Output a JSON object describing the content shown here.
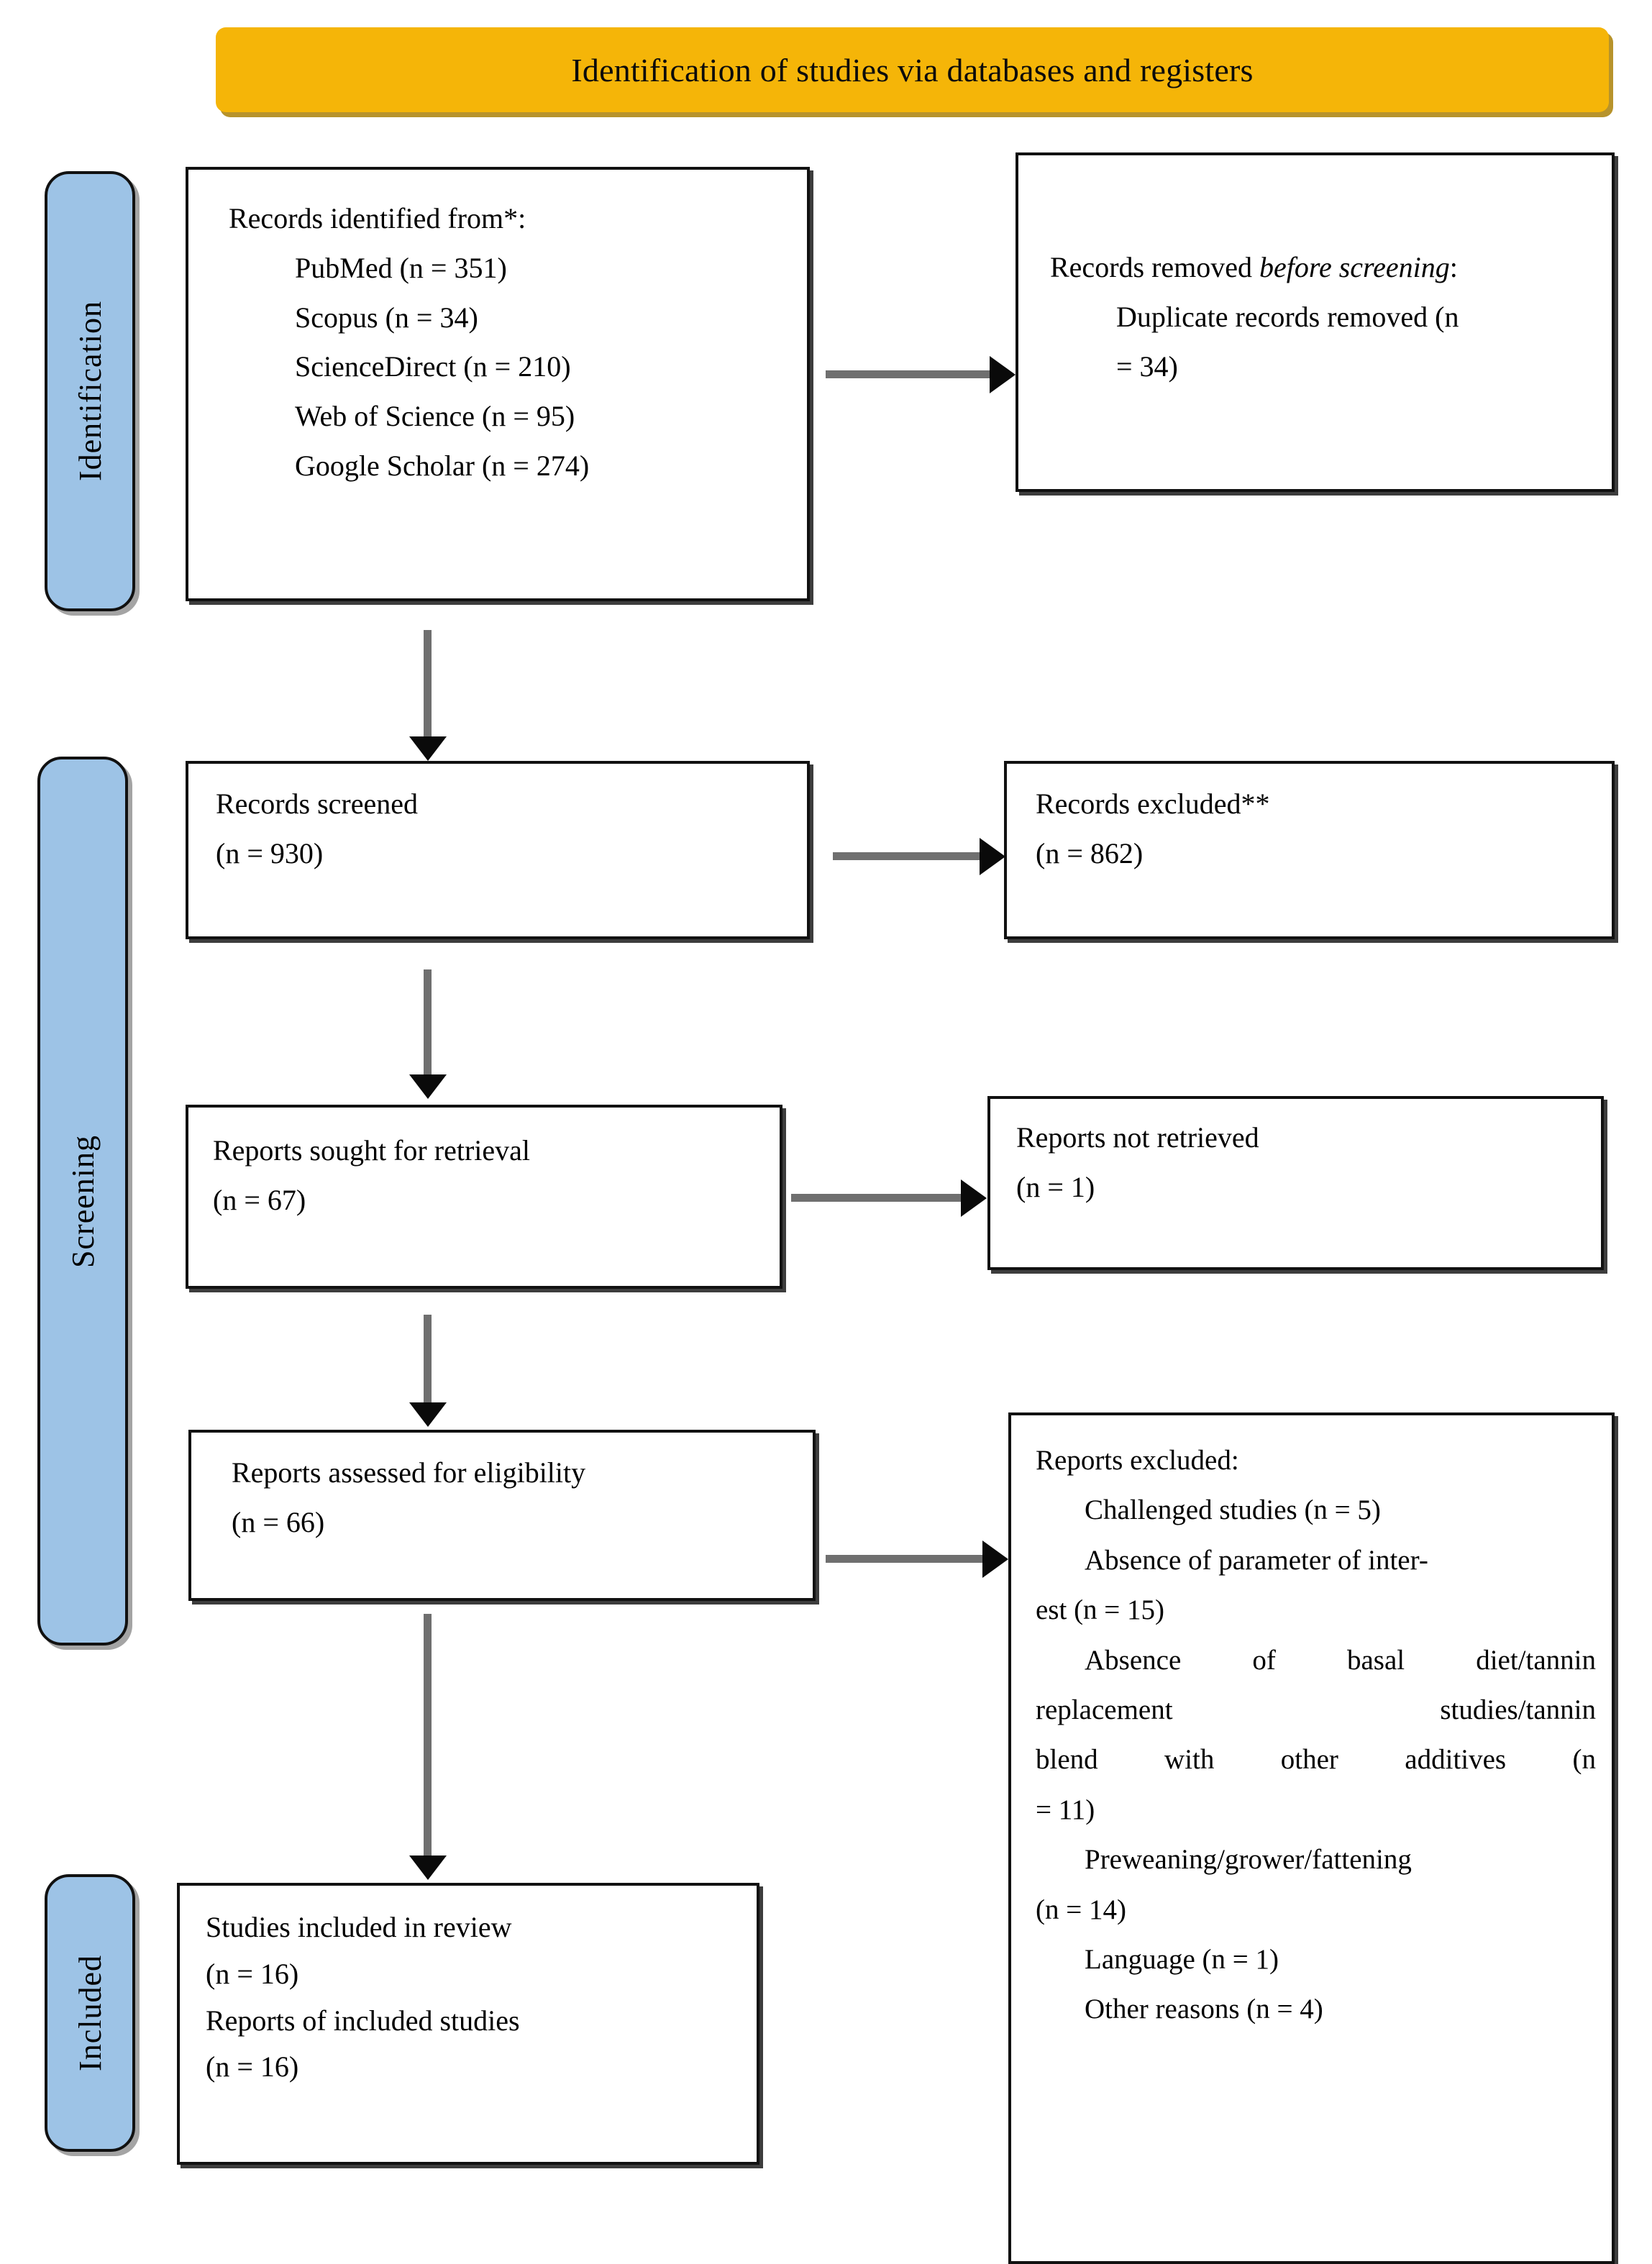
{
  "header": {
    "title": "Identification of studies via databases and registers",
    "bg_color": "#F5B508"
  },
  "stages": {
    "identification": "Identification",
    "screening": "Screening",
    "included": "Included",
    "bar_color": "#9DC3E6"
  },
  "boxes": {
    "identified": {
      "heading": "Records identified from*:",
      "items": [
        "PubMed (n = 351)",
        "Scopus (n = 34)",
        "ScienceDirect (n = 210)",
        "Web of Science (n = 95)",
        "Google Scholar (n = 274)"
      ]
    },
    "removed": {
      "heading_prefix": "Records removed ",
      "heading_italic": "before screening",
      "heading_suffix": ":",
      "item_line1": "Duplicate records removed (n",
      "item_line2": "= 34)"
    },
    "screened": {
      "label": "Records screened",
      "count": "(n = 930)"
    },
    "excluded": {
      "label": "Records excluded**",
      "count": "(n = 862)"
    },
    "sought": {
      "label": "Reports sought for retrieval",
      "count": "(n = 67)"
    },
    "not_retrieved": {
      "label": "Reports not retrieved",
      "count": "(n = 1)"
    },
    "assessed": {
      "label": "Reports assessed for eligibility",
      "count": "(n = 66)"
    },
    "reports_excluded": {
      "heading": "Reports excluded:",
      "r1": "Challenged studies (n = 5)",
      "r2a": "Absence of parameter of inter-",
      "r2b": "est (n = 15)",
      "r3a": "Absence of basal diet/tannin",
      "r3b": "replacement studies/tannin",
      "r3c": "blend with other additives (n",
      "r3d": "= 11)",
      "r4a": "Preweaning/grower/fattening",
      "r4b": "(n = 14)",
      "r5": "Language (n = 1)",
      "r6": "Other reasons (n = 4)"
    },
    "included": {
      "label1": "Studies included in review",
      "count1": "(n = 16)",
      "label2": "Reports of included studies",
      "count2": "(n = 16)"
    }
  }
}
